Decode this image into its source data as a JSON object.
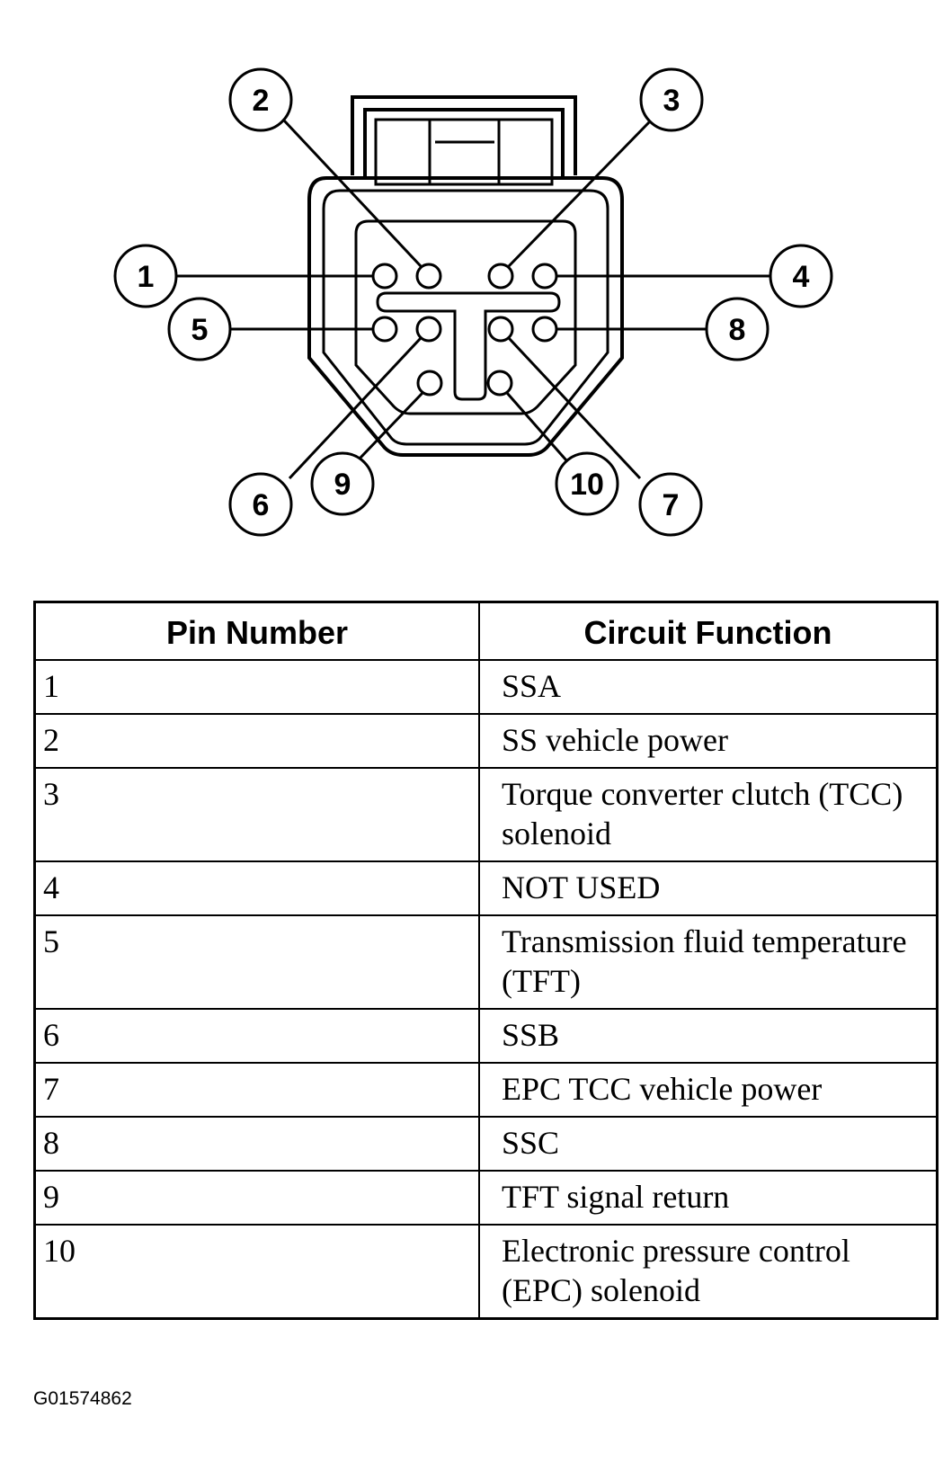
{
  "diagram": {
    "callouts": [
      "1",
      "2",
      "3",
      "4",
      "5",
      "6",
      "7",
      "8",
      "9",
      "10"
    ]
  },
  "table": {
    "headers": {
      "pin": "Pin Number",
      "function": "Circuit Function"
    },
    "rows": [
      {
        "pin": "1",
        "function": "SSA"
      },
      {
        "pin": "2",
        "function": "SS vehicle power"
      },
      {
        "pin": "3",
        "function": "Torque converter clutch (TCC) solenoid"
      },
      {
        "pin": "4",
        "function": "NOT USED"
      },
      {
        "pin": "5",
        "function": "Transmission fluid temperature (TFT)"
      },
      {
        "pin": "6",
        "function": "SSB"
      },
      {
        "pin": "7",
        "function": "EPC TCC vehicle power"
      },
      {
        "pin": "8",
        "function": "SSC"
      },
      {
        "pin": "9",
        "function": "TFT signal return"
      },
      {
        "pin": "10",
        "function": "Electronic pressure control (EPC) solenoid"
      }
    ]
  },
  "figure_code": "G01574862"
}
